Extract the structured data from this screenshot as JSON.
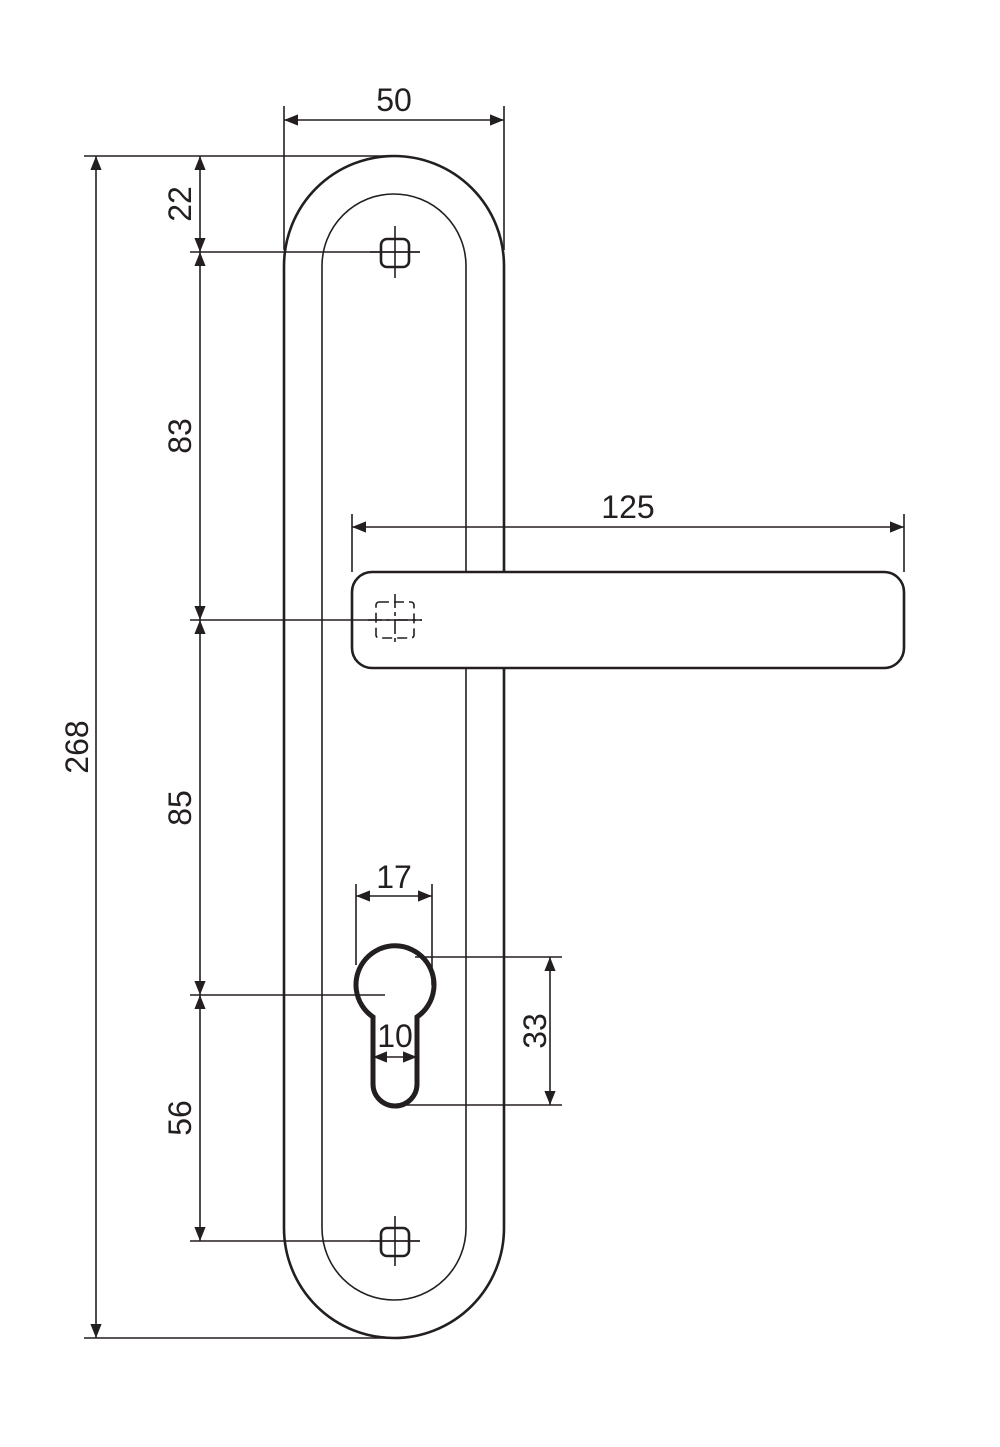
{
  "drawing": {
    "colors": {
      "line": "#231f20",
      "background": "#ffffff"
    },
    "dimensions": {
      "plate_width": "50",
      "total_height": "268",
      "top_to_screw": "22",
      "screw_to_handle": "83",
      "handle_to_cylinder": "85",
      "cylinder_to_screw": "56",
      "handle_length": "125",
      "cylinder_width": "17",
      "cylinder_slot_width": "10",
      "cylinder_height": "33"
    }
  }
}
